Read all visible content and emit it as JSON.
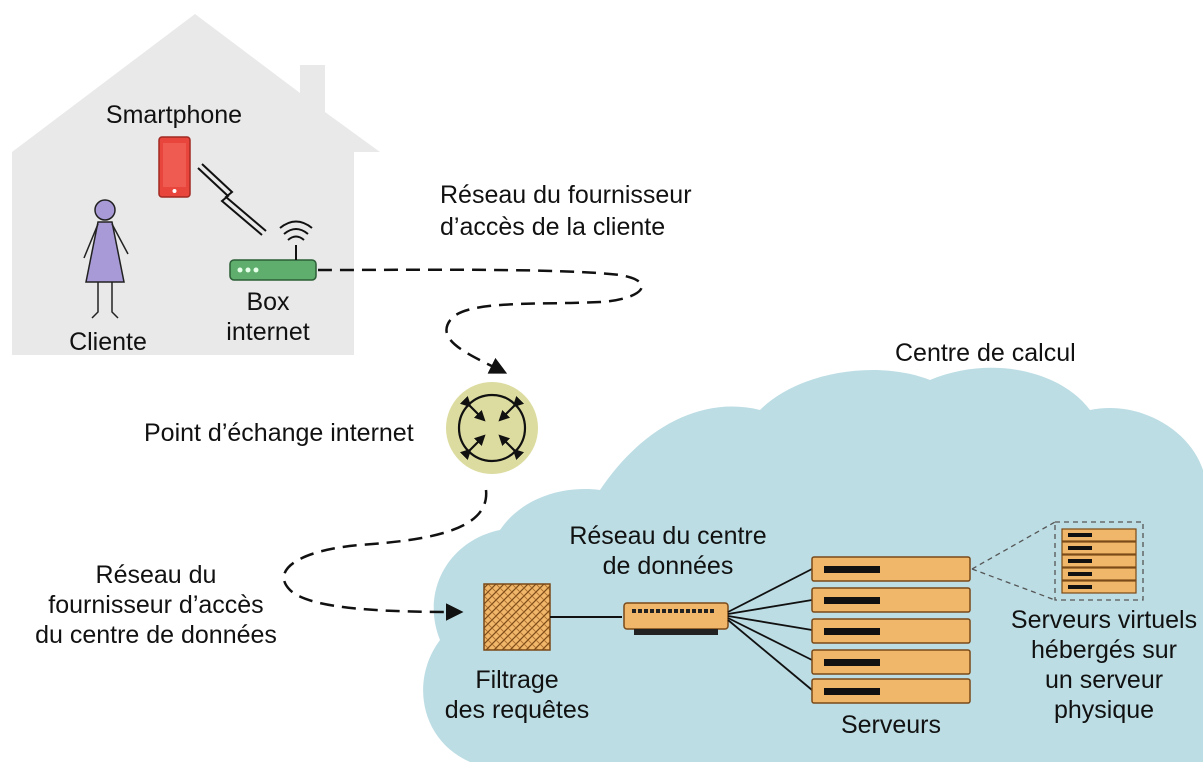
{
  "labels": {
    "smartphone": "Smartphone",
    "cliente": "Cliente",
    "box_line1": "Box",
    "box_line2": "internet",
    "fai_client_line1": "Réseau du fournisseur",
    "fai_client_line2": "d’accès de la cliente",
    "ixp": "Point d’échange internet",
    "fai_dc_line1": "Réseau du",
    "fai_dc_line2": "fournisseur d’accès",
    "fai_dc_line3": "du centre de données",
    "centre_calcul": "Centre de calcul",
    "dc_network_line1": "Réseau du centre",
    "dc_network_line2": "de données",
    "filtrage_line1": "Filtrage",
    "filtrage_line2": "des requêtes",
    "serveurs": "Serveurs",
    "virtuels_line1": "Serveurs virtuels",
    "virtuels_line2": "hébergés sur",
    "virtuels_line3": "un serveur",
    "virtuels_line4": "physique"
  },
  "icons": {
    "house": "house-shape",
    "phone": "smartphone-icon",
    "person": "person-icon",
    "router": "wifi-router-icon",
    "ixp": "exchange-point-icon",
    "firewall": "firewall-icon",
    "switch": "network-switch-icon",
    "server": "server-rack-icon",
    "cloud": "cloud-shape"
  },
  "colors": {
    "house": "#e9e9e9",
    "cloud": "#bcdde4",
    "phone": "#e8453c",
    "person": "#a89ad6",
    "router": "#5fae6e",
    "ixp": "#dcdca0",
    "server": "#f0b76a",
    "line": "#111111"
  }
}
